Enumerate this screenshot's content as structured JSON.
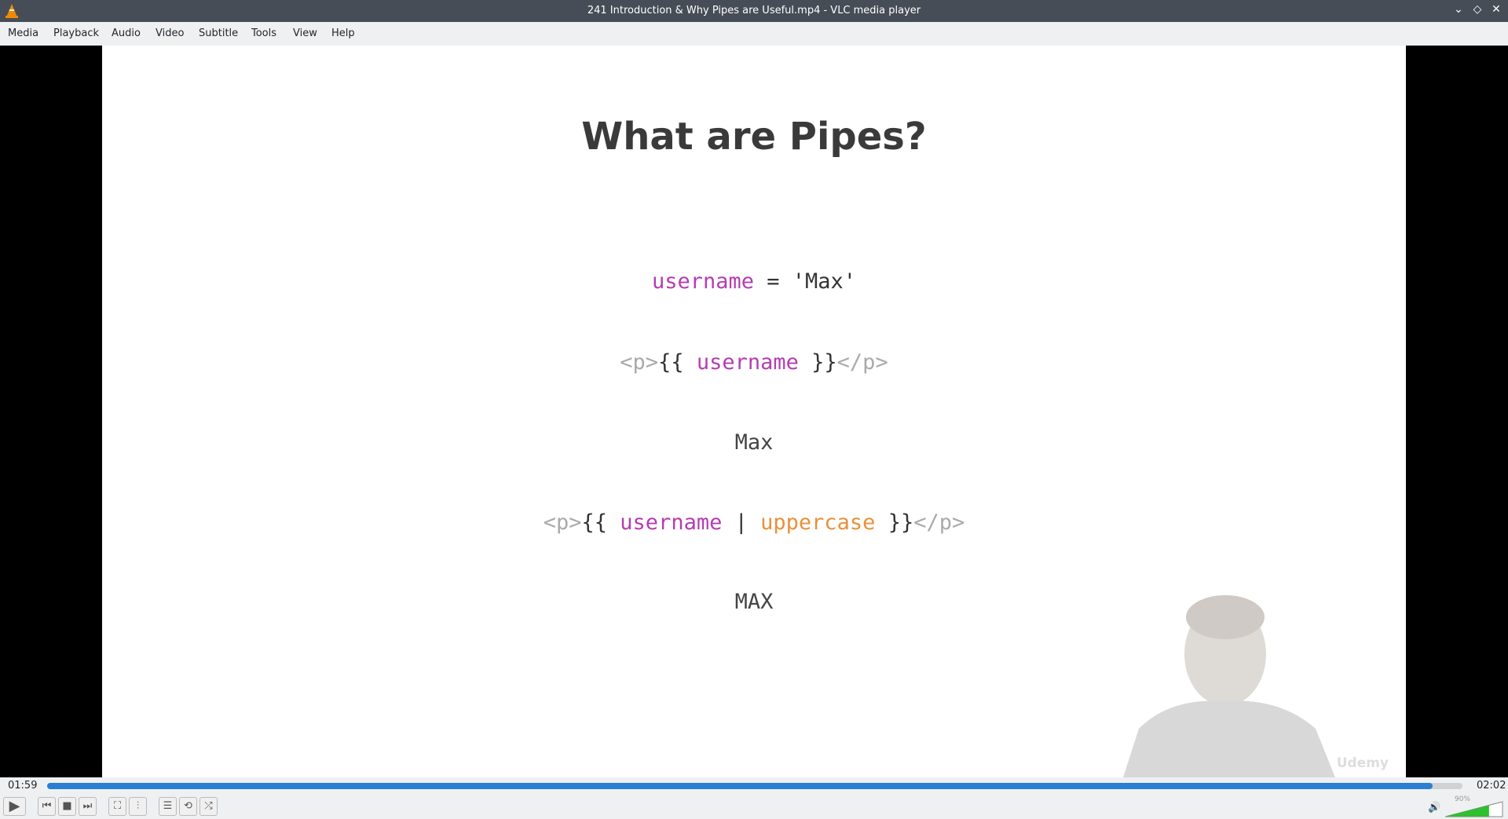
{
  "window": {
    "title": "241 Introduction & Why Pipes are Useful.mp4 - VLC media player"
  },
  "menu": [
    "Media",
    "Playback",
    "Audio",
    "Video",
    "Subtitle",
    "Tools",
    "View",
    "Help"
  ],
  "slide": {
    "title": "What are Pipes?",
    "line1": {
      "var": "username",
      "rest": " = 'Max'"
    },
    "line2": {
      "open": "<p>",
      "b1": "{{ ",
      "var": "username",
      "b2": " }}",
      "close": "</p>"
    },
    "line3": "Max",
    "line4": {
      "open": "<p>",
      "b1": "{{ ",
      "var": "username",
      "pipe": " | ",
      "pipename": "uppercase",
      "b2": " }}",
      "close": "</p>"
    },
    "line5": "MAX",
    "watermark": "Udemy"
  },
  "playback": {
    "elapsed": "01:59",
    "total": "02:02",
    "progress_percent": 97.9
  },
  "volume": {
    "label": "90%",
    "level_percent": 90
  },
  "colors": {
    "accent": "#2a7fd4",
    "volume": "#2fbf2f"
  }
}
